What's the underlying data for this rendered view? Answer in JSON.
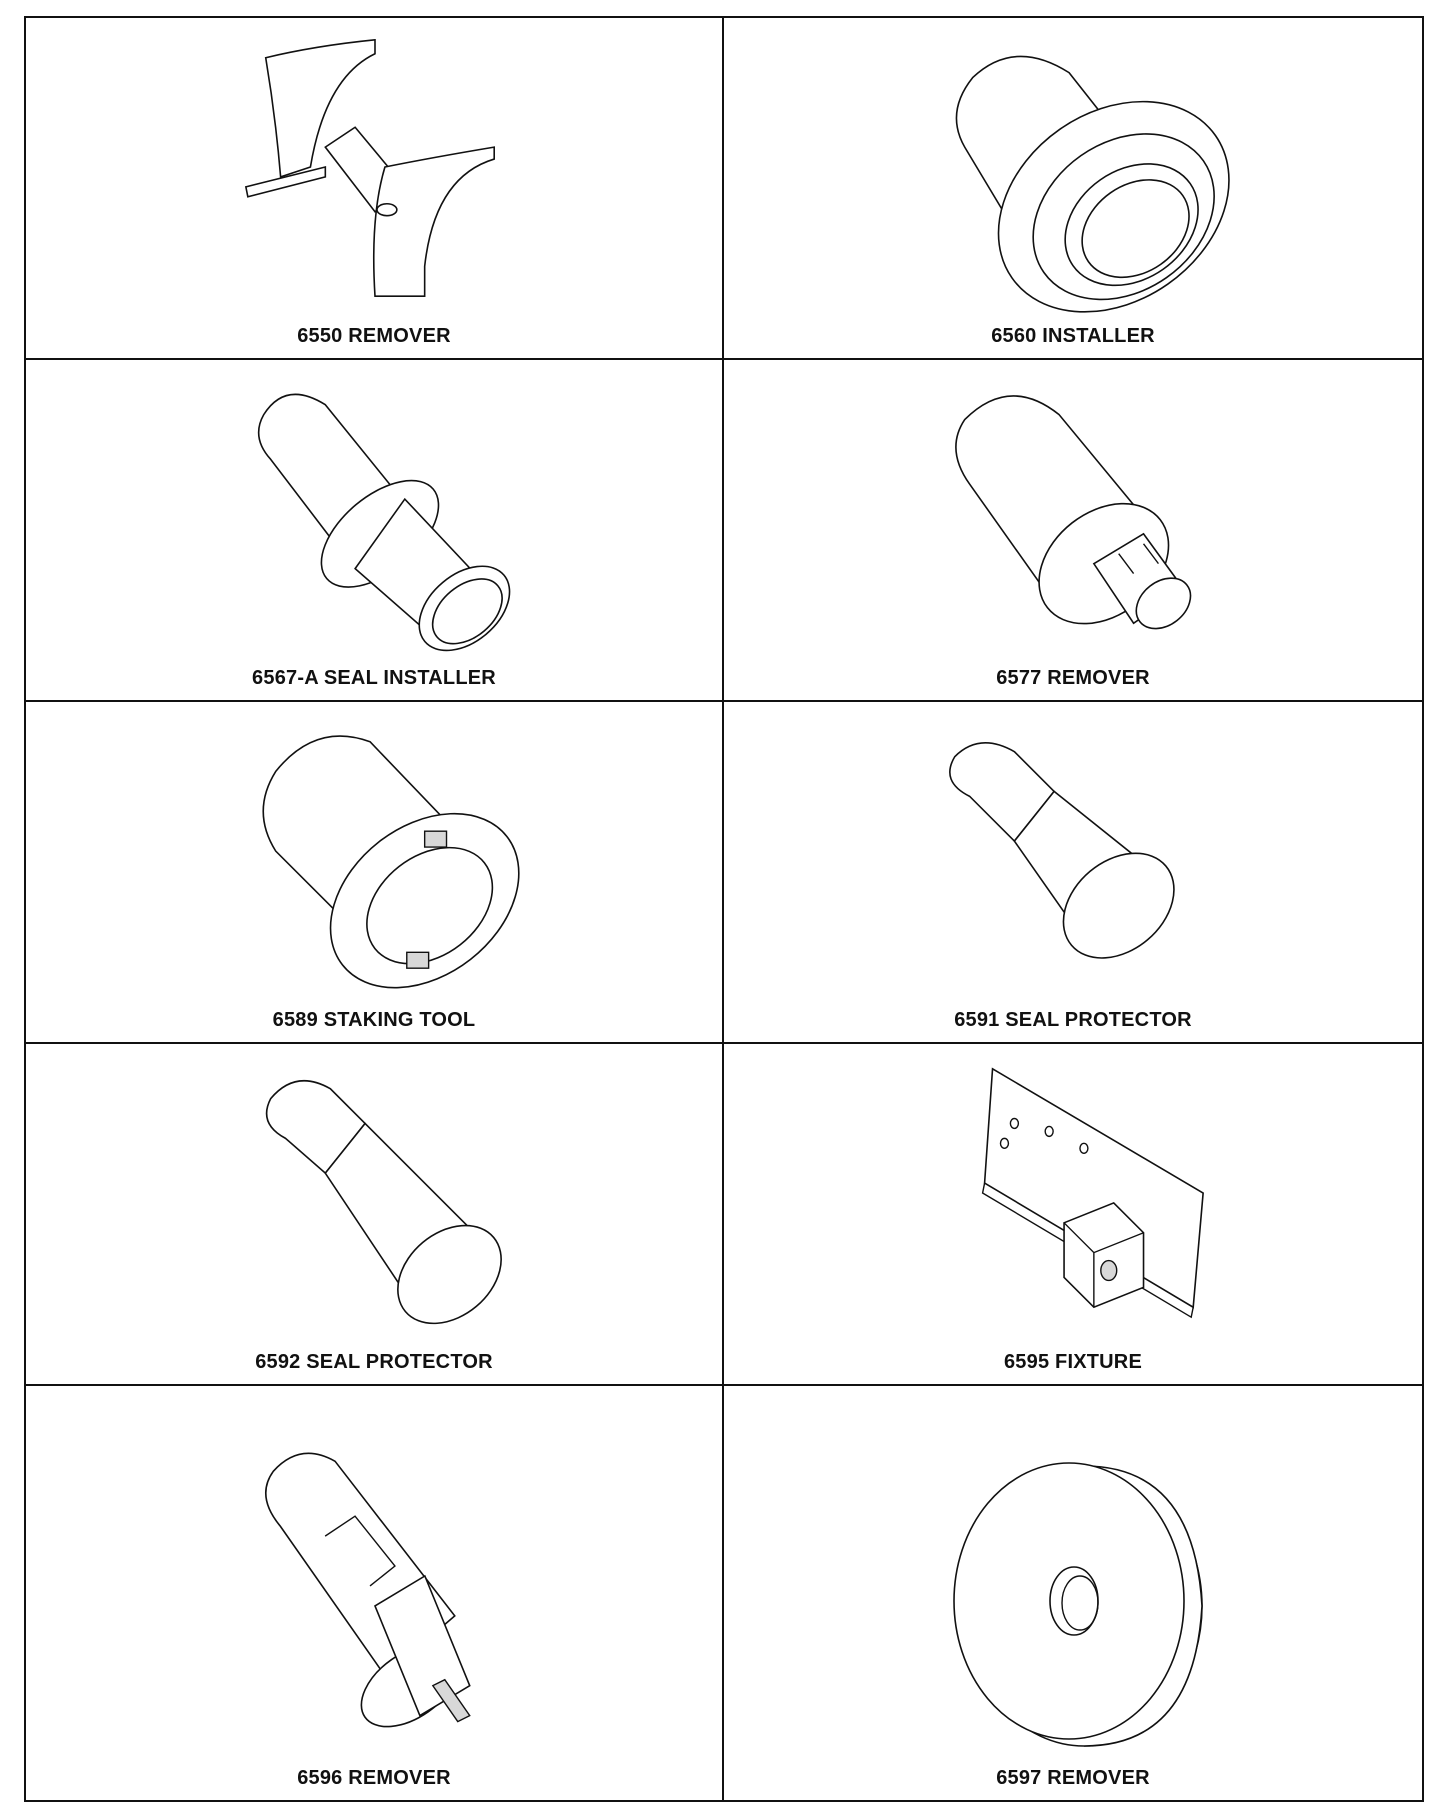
{
  "tools": [
    {
      "caption": "6550 REMOVER",
      "icon": "remover-6550-icon"
    },
    {
      "caption": "6560 INSTALLER",
      "icon": "installer-6560-icon"
    },
    {
      "caption": "6567-A SEAL INSTALLER",
      "icon": "seal-installer-6567a-icon"
    },
    {
      "caption": "6577 REMOVER",
      "icon": "remover-6577-icon"
    },
    {
      "caption": "6589 STAKING TOOL",
      "icon": "staking-tool-6589-icon"
    },
    {
      "caption": "6591 SEAL PROTECTOR",
      "icon": "seal-protector-6591-icon"
    },
    {
      "caption": "6592 SEAL PROTECTOR",
      "icon": "seal-protector-6592-icon"
    },
    {
      "caption": "6595 FIXTURE",
      "icon": "fixture-6595-icon"
    },
    {
      "caption": "6596 REMOVER",
      "icon": "remover-6596-icon"
    },
    {
      "caption": "6597 REMOVER",
      "icon": "remover-6597-icon"
    }
  ]
}
